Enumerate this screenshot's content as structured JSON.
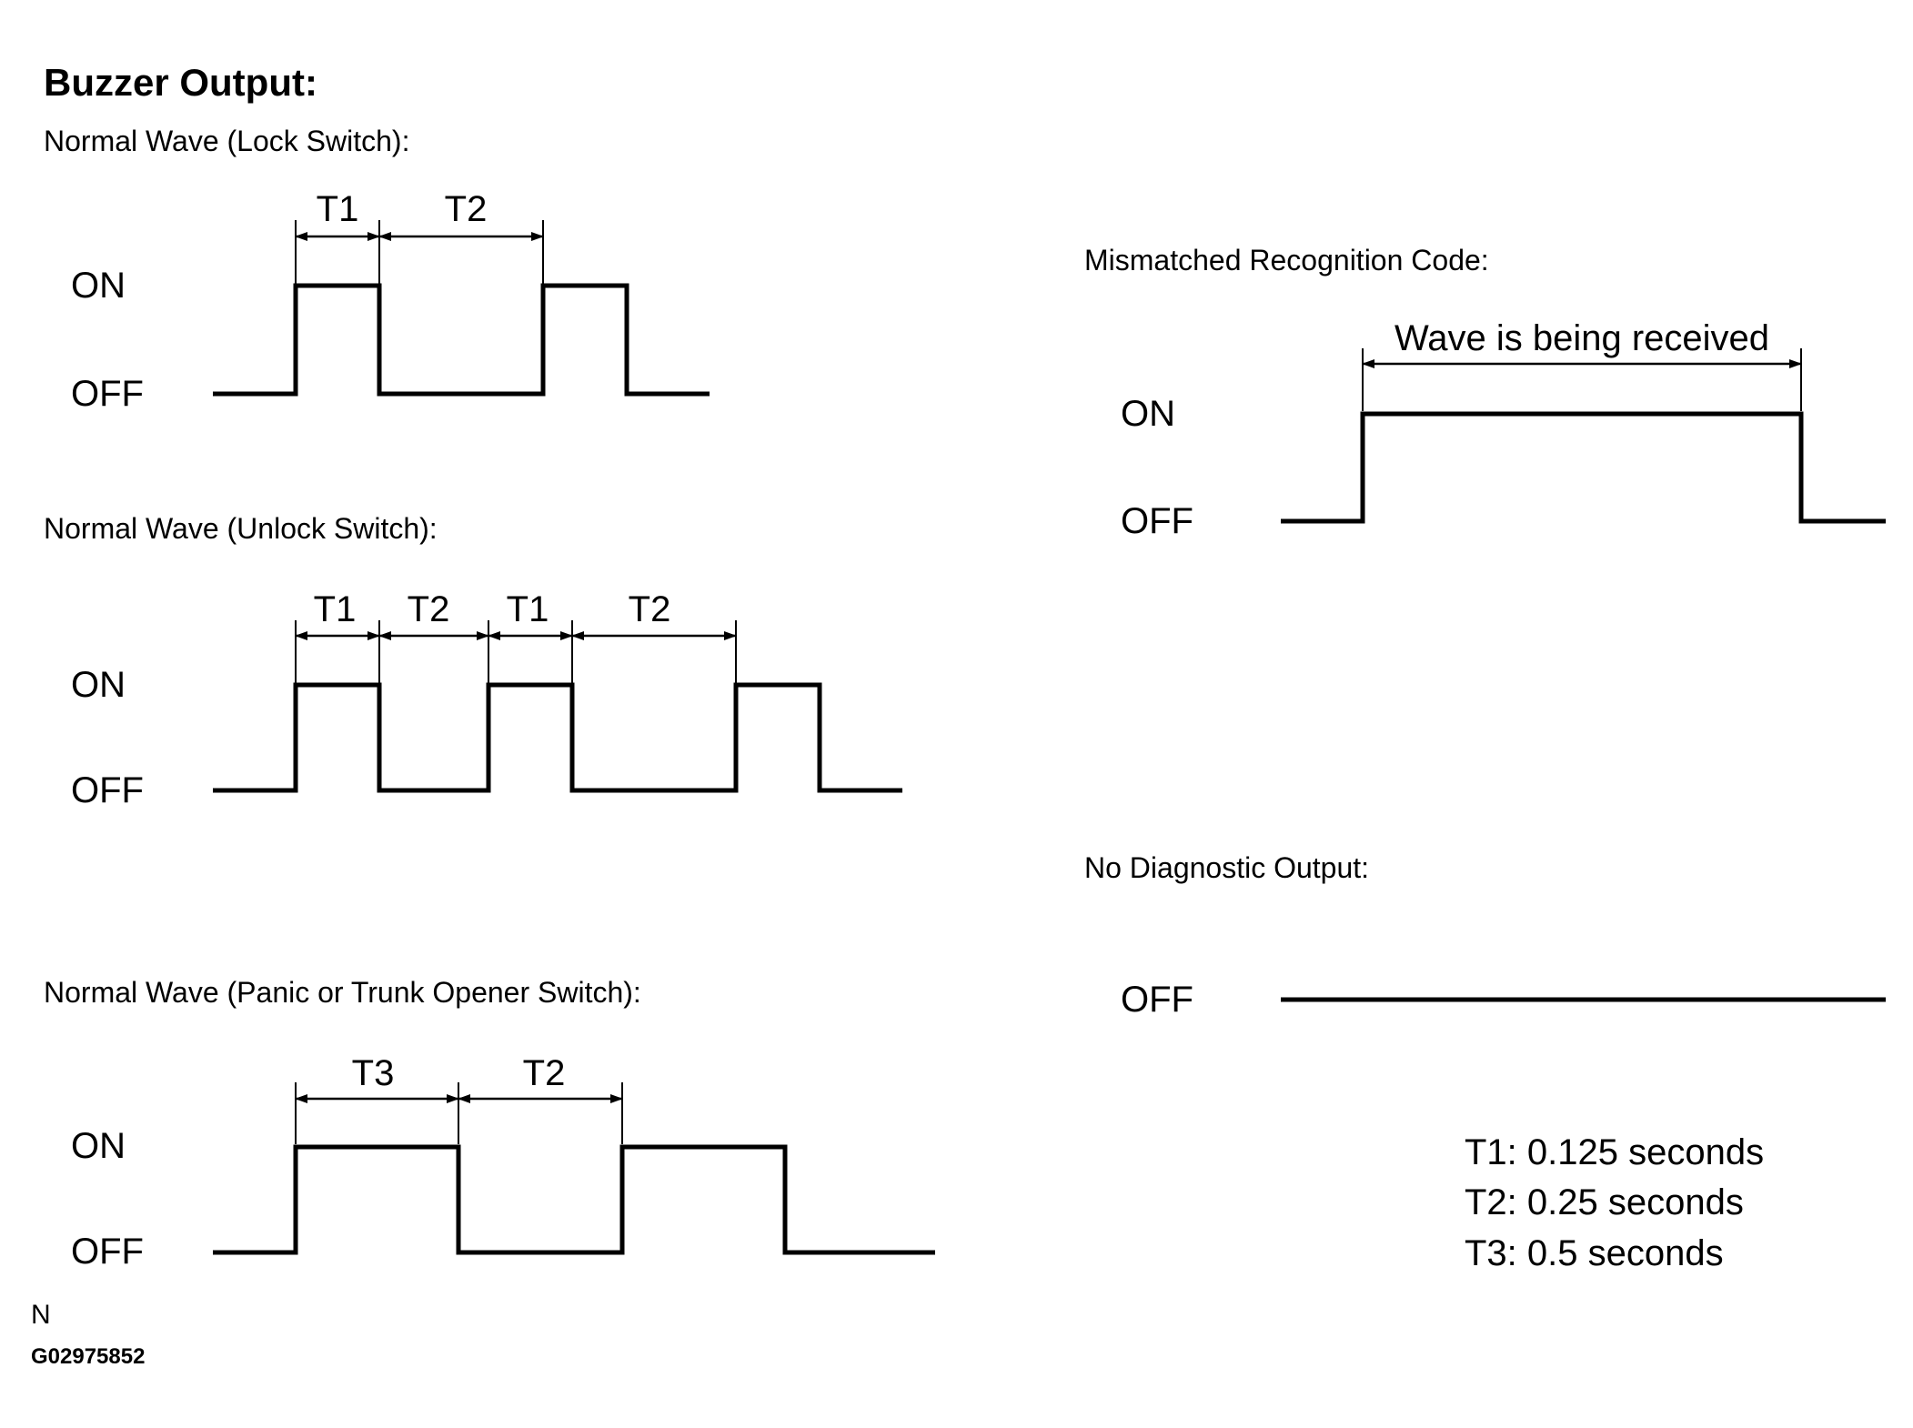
{
  "title": "Buzzer Output:",
  "level_on": "ON",
  "level_off": "OFF",
  "lock": {
    "caption": "Normal Wave (Lock Switch):",
    "wave": [
      0,
      1,
      0,
      1,
      0
    ],
    "intervals": [
      "T1",
      "T2"
    ]
  },
  "unlock": {
    "caption": "Normal Wave (Unlock Switch):",
    "wave": [
      0,
      1,
      0,
      1,
      0,
      1,
      0
    ],
    "intervals": [
      "T1",
      "T2",
      "T1",
      "T2"
    ]
  },
  "panic": {
    "caption": "Normal Wave (Panic or Trunk Opener Switch):",
    "wave": [
      0,
      1,
      0,
      1,
      0
    ],
    "intervals": [
      "T3",
      "T2"
    ]
  },
  "mismatch": {
    "caption": "Mismatched Recognition Code:",
    "wave": [
      0,
      1,
      0
    ],
    "interval_label": "Wave is being received"
  },
  "no_output": {
    "caption": "No Diagnostic Output:",
    "wave": [
      0
    ]
  },
  "legend": [
    "T1: 0.125 seconds",
    "T2: 0.25 seconds",
    "T3: 0.5 seconds"
  ],
  "corner_mark": "N",
  "figure_code": "G02975852"
}
